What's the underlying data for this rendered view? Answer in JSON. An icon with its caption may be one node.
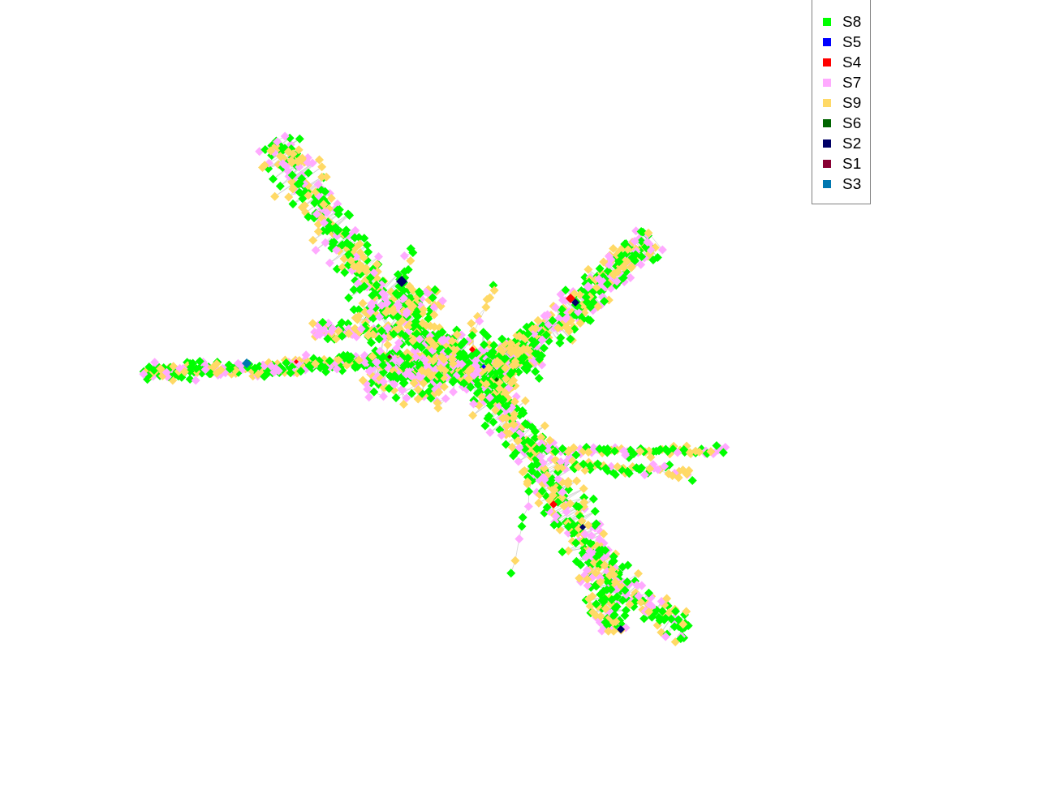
{
  "diagram": {
    "legend": [
      {
        "text": "S8",
        "color": "#00ff00"
      },
      {
        "text": "S5",
        "color": "#0000ff"
      },
      {
        "text": "S4",
        "color": "#ff0000"
      },
      {
        "text": "S7",
        "color": "#ffaaff"
      },
      {
        "text": "S9",
        "color": "#ffd966"
      },
      {
        "text": "S6",
        "color": "#006400"
      },
      {
        "text": "S2",
        "color": "#000066"
      },
      {
        "text": "S1",
        "color": "#880033"
      },
      {
        "text": "S3",
        "color": "#0077b0"
      }
    ]
  }
}
